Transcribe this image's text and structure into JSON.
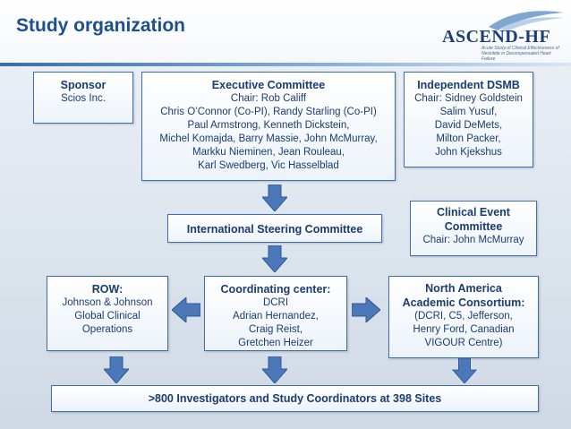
{
  "slide": {
    "title": "Study organization",
    "logo": {
      "name": "ASCEND-HF",
      "subtitle": "Acute Study of Clinical Effectiveness of Nesiritide in Decompensated Heart Failure"
    }
  },
  "boxes": {
    "sponsor": {
      "title": "Sponsor",
      "lines": [
        "Scios Inc."
      ]
    },
    "executive": {
      "title": "Executive Committee",
      "lines": [
        "Chair:  Rob Califf",
        "Chris O’Connor (Co-PI), Randy Starling (Co-PI)",
        "Paul Armstrong, Kenneth Dickstein,",
        "Michel Komajda, Barry Massie, John McMurray,",
        "Markku Nieminen, Jean Rouleau,",
        "Karl Swedberg, Vic Hasselblad"
      ]
    },
    "dsmb": {
      "title": "Independent DSMB",
      "lines": [
        "Chair: Sidney Goldstein",
        "Salim Yusuf,",
        "David DeMets,",
        "Milton Packer,",
        "John Kjekshus"
      ]
    },
    "steering": {
      "title": "International Steering Committee"
    },
    "cec": {
      "title_lines": [
        "Clinical Event",
        "Committee"
      ],
      "lines": [
        "Chair: John McMurray"
      ]
    },
    "row": {
      "title": "ROW:",
      "lines": [
        "Johnson & Johnson",
        "Global Clinical",
        "Operations"
      ]
    },
    "coordinating": {
      "title": "Coordinating center:",
      "lines": [
        "DCRI",
        "Adrian Hernandez,",
        "Craig Reist,",
        "Gretchen Heizer"
      ]
    },
    "north_america": {
      "title_lines": [
        "North America",
        "Academic Consortium:"
      ],
      "lines": [
        "(DCRI, C5, Jefferson,",
        "Henry Ford, Canadian",
        "VIGOUR Centre)"
      ]
    },
    "investigators": {
      "title": ">800 Investigators and Study Coordinators at 398 Sites"
    }
  },
  "colors": {
    "title": "#1c4f8c",
    "box_border": "#3f6fb0",
    "box_text": "#1a3c70",
    "arrow_fill": "#4a78b8"
  }
}
